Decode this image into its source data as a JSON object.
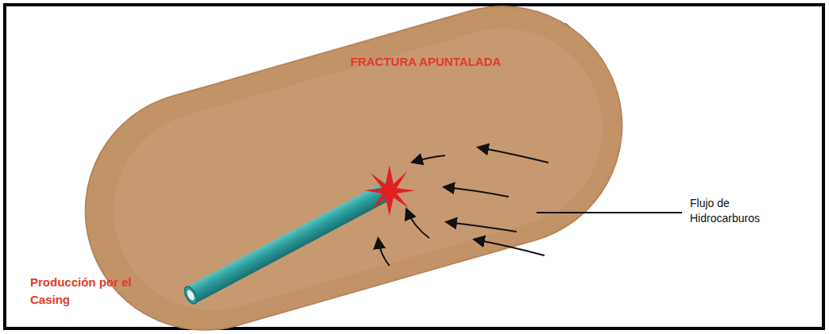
{
  "diagram": {
    "title": "FRACTURA APUNTALADA",
    "labels": [
      "Flujo de Hidrocarburos",
      "Producción por el Casing"
    ]
  }
}
